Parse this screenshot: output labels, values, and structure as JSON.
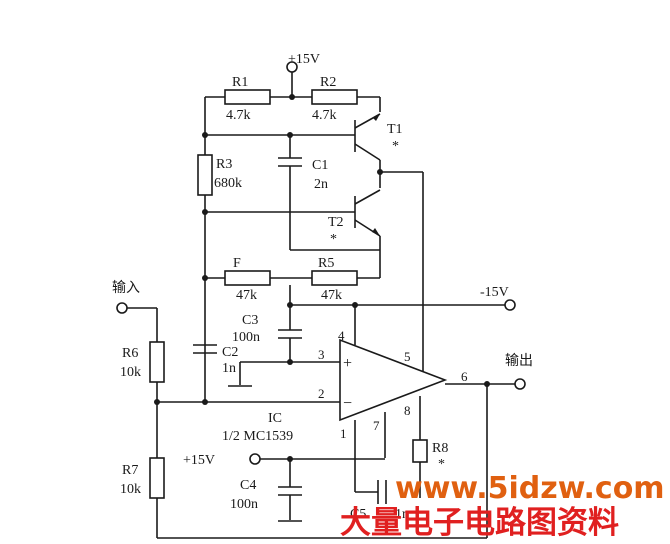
{
  "supplies": {
    "pos_top": "+15V",
    "neg": "-15V",
    "pos_bottom": "+15V"
  },
  "io": {
    "input": "输入",
    "output": "输出"
  },
  "resistors": {
    "r1": {
      "name": "R1",
      "value": "4.7k"
    },
    "r2": {
      "name": "R2",
      "value": "4.7k"
    },
    "r3": {
      "name": "R3",
      "value": "680k"
    },
    "r4": {
      "name": "F",
      "value": "47k"
    },
    "r5": {
      "name": "R5",
      "value": "47k"
    },
    "r6": {
      "name": "R6",
      "value": "10k"
    },
    "r7": {
      "name": "R7",
      "value": "10k"
    },
    "r8": {
      "name": "R8",
      "value": ""
    }
  },
  "capacitors": {
    "c1": {
      "name": "C1",
      "value": "2n"
    },
    "c2": {
      "name": "C2",
      "value": "1n"
    },
    "c3": {
      "name": "C3",
      "value": "100n"
    },
    "c4": {
      "name": "C4",
      "value": "100n"
    },
    "c5": {
      "name": "C5",
      "value": "1n"
    }
  },
  "transistors": {
    "t1": "T1",
    "t2": "T2",
    "mark": "*"
  },
  "ic": {
    "name": "IC",
    "part": "1/2 MC1539",
    "plus": "+",
    "minus": "−"
  },
  "pins": {
    "p1": "1",
    "p2": "2",
    "p3": "3",
    "p4": "4",
    "p5": "5",
    "p6": "6",
    "p7": "7",
    "p8": "8"
  },
  "watermark": {
    "url": "www.5idzw.com",
    "text": "大量电子电路图资料"
  }
}
